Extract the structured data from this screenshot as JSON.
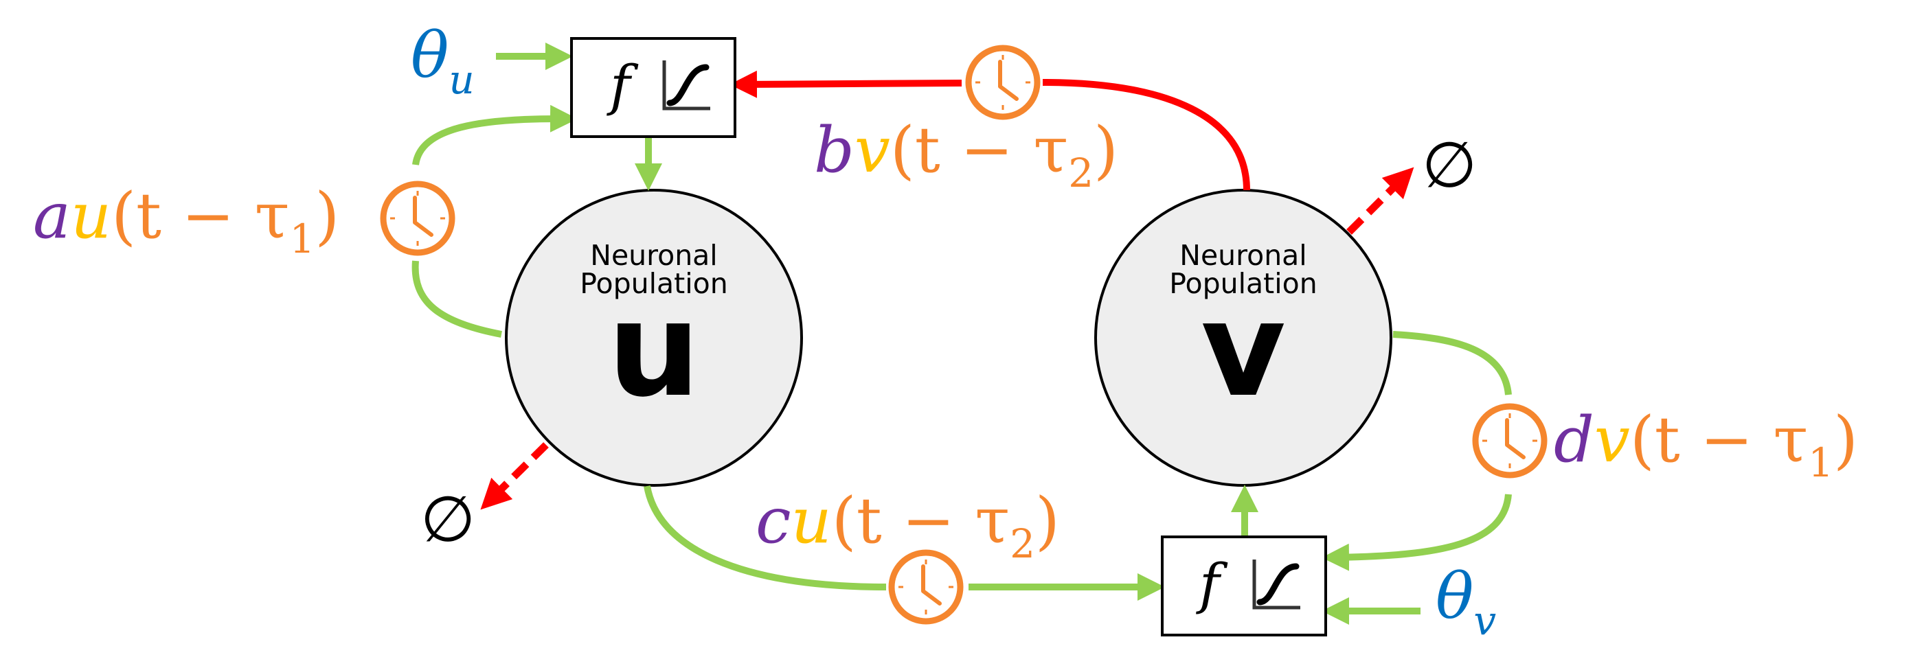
{
  "colors": {
    "green": "#92D050",
    "red": "#FF0000",
    "orange": "#F5862E",
    "purple": "#7030A0",
    "yellow": "#FFC000",
    "blue": "#0070C0",
    "node_fill": "#EEEEEE"
  },
  "populations": {
    "u": {
      "caption_line1": "Neuronal",
      "caption_line2": "Population",
      "symbol": "u"
    },
    "v": {
      "caption_line1": "Neuronal",
      "caption_line2": "Population",
      "symbol": "v"
    }
  },
  "transfer_boxes": {
    "u": {
      "label": "f",
      "icon": "sigmoid-curve-icon"
    },
    "v": {
      "label": "f",
      "icon": "sigmoid-curve-icon"
    }
  },
  "thresholds": {
    "u": {
      "symbol": "θ",
      "subscript": "u"
    },
    "v": {
      "symbol": "θ",
      "subscript": "v"
    }
  },
  "terms": {
    "au": {
      "coef": "a",
      "var": "u",
      "open": "(t − τ",
      "sub": "1",
      "close": ")"
    },
    "bv": {
      "coef": "b",
      "var": "v",
      "open": "(t − τ",
      "sub": "2",
      "close": ")"
    },
    "cu": {
      "coef": "c",
      "var": "u",
      "open": "(t − τ",
      "sub": "2",
      "close": ")"
    },
    "dv": {
      "coef": "d",
      "var": "v",
      "open": "(t − τ",
      "sub": "1",
      "close": ")"
    }
  },
  "decay": {
    "symbol": "∅"
  },
  "delay_icon": "clock-icon"
}
